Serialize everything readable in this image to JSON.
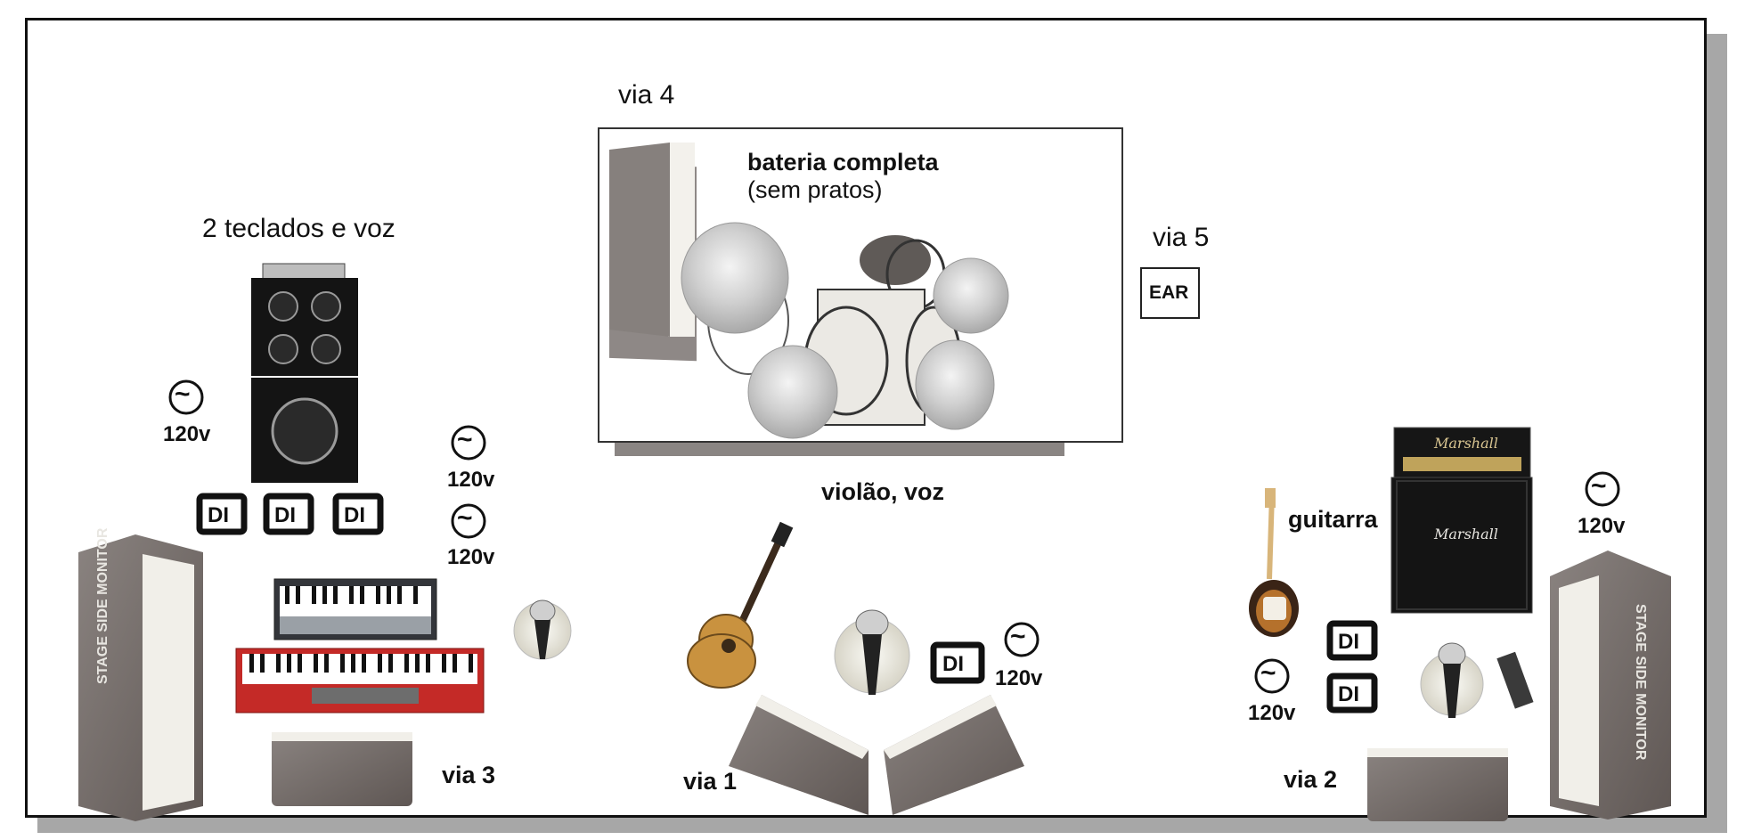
{
  "labels": {
    "via4": "via 4",
    "via5": "via 5",
    "via1": "via 1",
    "via2": "via 2",
    "via3": "via 3",
    "keys_title": "2 teclados e voz",
    "drums_title": "bateria completa",
    "drums_sub": "(sem pratos)",
    "acoustic": "violão, voz",
    "guitar": "guitarra"
  },
  "ear_box": "EAR",
  "di_text": "DI",
  "power_text": "120v",
  "monitor_text": "STAGE SIDE MONITOR",
  "amp_brand": "Marshall"
}
